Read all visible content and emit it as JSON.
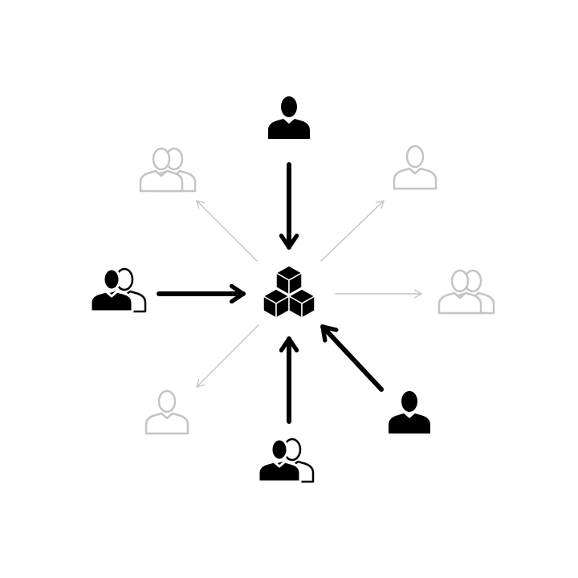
{
  "colors": {
    "active": "#000000",
    "inactive": "#c4c4c4",
    "background": "#ffffff"
  },
  "hub": {
    "icon": "cubes-icon"
  },
  "nodes": [
    {
      "id": "top",
      "icon": "user-icon",
      "state": "active",
      "direction": "inbound"
    },
    {
      "id": "top-left",
      "icon": "user-group-icon",
      "state": "inactive",
      "direction": "outbound"
    },
    {
      "id": "top-right",
      "icon": "user-icon",
      "state": "inactive",
      "direction": "outbound"
    },
    {
      "id": "left",
      "icon": "user-group-icon",
      "state": "active",
      "direction": "inbound"
    },
    {
      "id": "right",
      "icon": "user-group-icon",
      "state": "inactive",
      "direction": "outbound"
    },
    {
      "id": "bottom-left",
      "icon": "user-icon",
      "state": "inactive",
      "direction": "outbound"
    },
    {
      "id": "bottom",
      "icon": "user-group-icon",
      "state": "active",
      "direction": "inbound"
    },
    {
      "id": "bottom-right",
      "icon": "user-icon",
      "state": "active",
      "direction": "inbound"
    }
  ]
}
